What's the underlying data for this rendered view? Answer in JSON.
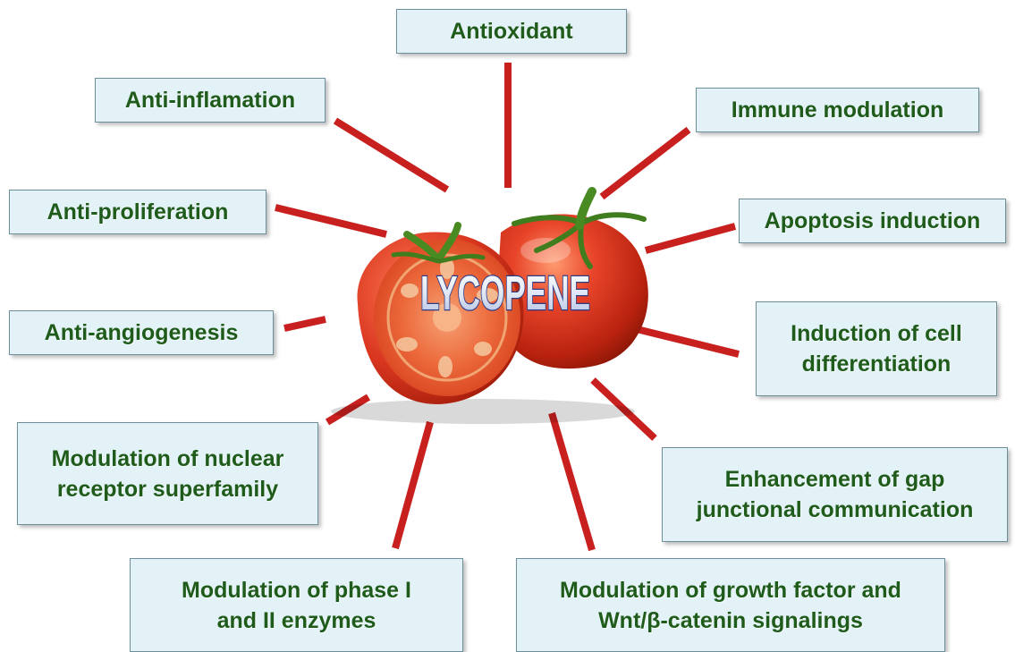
{
  "center_label": "LYCOPENE",
  "effects": {
    "antioxidant": "Antioxidant",
    "anti_inflamation": "Anti-inflamation",
    "immune_modulation": "Immune modulation",
    "anti_proliferation": "Anti-proliferation",
    "apoptosis_induction": "Apoptosis induction",
    "anti_angiogenesis": "Anti-angiogenesis",
    "induction_cell_diff": [
      "Induction of cell",
      "differentiation"
    ],
    "nuclear_receptor": [
      "Modulation of nuclear",
      "receptor superfamily"
    ],
    "gap_junctional": [
      "Enhancement of gap",
      "junctional communication"
    ],
    "phase_enzymes": [
      "Modulation of phase I",
      "and II enzymes"
    ],
    "growth_factor": [
      "Modulation of growth factor and",
      "Wnt/β-catenin signalings"
    ]
  },
  "colors": {
    "box_fill": "#e3f2f7",
    "box_text": "#1f5b1a",
    "connector": "#c8201e",
    "tomato": "#d9361f"
  }
}
